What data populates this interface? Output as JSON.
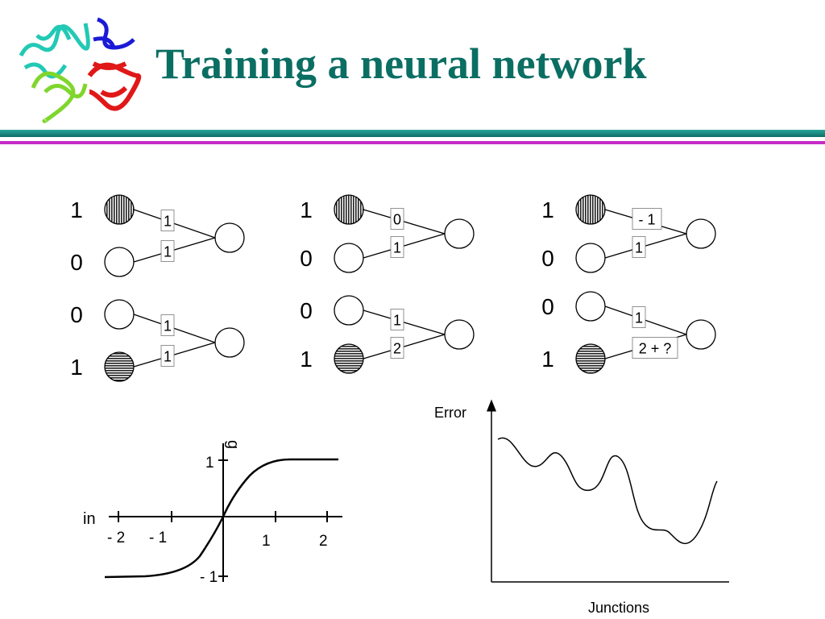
{
  "title": "Training a neural network",
  "colors": {
    "title": "#0b6e63",
    "bar_top": "#1c8f86",
    "bar_bottom": "#c62ac8"
  },
  "networks": [
    {
      "inputs": [
        "1",
        "0",
        "0",
        "1"
      ],
      "weights": [
        "1",
        "1",
        "1",
        "1"
      ],
      "active": [
        true,
        false,
        false,
        true
      ]
    },
    {
      "inputs": [
        "1",
        "0",
        "0",
        "1"
      ],
      "weights": [
        "0",
        "1",
        "1",
        "2"
      ],
      "active": [
        true,
        false,
        false,
        true
      ]
    },
    {
      "inputs": [
        "1",
        "0",
        "0",
        "1"
      ],
      "weights": [
        "- 1",
        "1",
        "1",
        "2 + ?"
      ],
      "active": [
        true,
        false,
        false,
        true
      ]
    }
  ],
  "sigmoid_plot": {
    "x_label": "in",
    "y_label": "g",
    "x_ticks": [
      "- 2",
      "- 1",
      "1",
      "2"
    ],
    "y_ticks": [
      "1",
      "- 1"
    ]
  },
  "error_plot": {
    "y_label": "Error",
    "x_label": "Junctions"
  }
}
